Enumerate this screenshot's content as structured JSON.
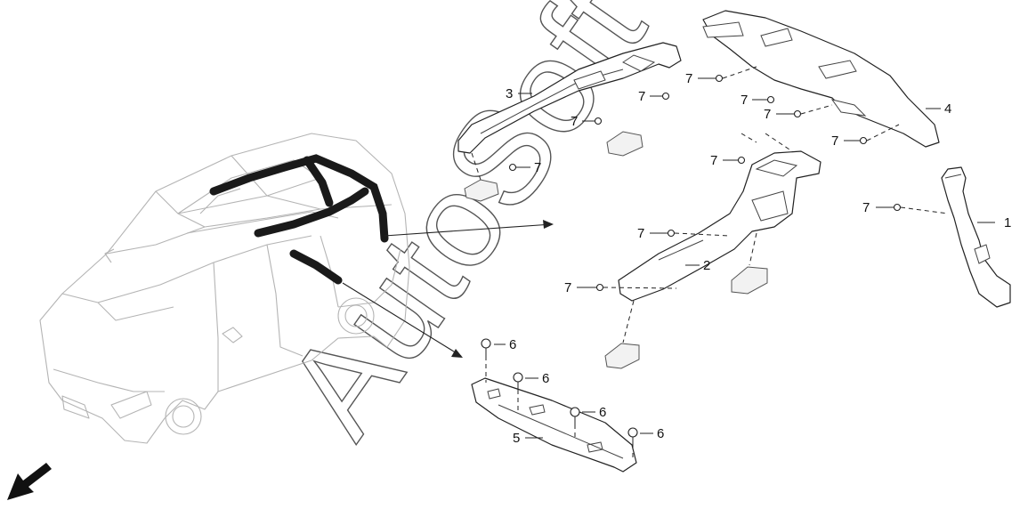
{
  "diagram": {
    "watermark": "AutoSoft",
    "callouts": [
      {
        "id": "c1",
        "label": "1"
      },
      {
        "id": "c2",
        "label": "2"
      },
      {
        "id": "c3",
        "label": "3"
      },
      {
        "id": "c4",
        "label": "4"
      },
      {
        "id": "c5",
        "label": "5"
      },
      {
        "id": "c6a",
        "label": "6"
      },
      {
        "id": "c6b",
        "label": "6"
      },
      {
        "id": "c6c",
        "label": "6"
      },
      {
        "id": "c6d",
        "label": "6"
      },
      {
        "id": "c7a",
        "label": "7"
      },
      {
        "id": "c7b",
        "label": "7"
      },
      {
        "id": "c7c",
        "label": "7"
      },
      {
        "id": "c7d",
        "label": "7"
      },
      {
        "id": "c7e",
        "label": "7"
      },
      {
        "id": "c7f",
        "label": "7"
      },
      {
        "id": "c7g",
        "label": "7"
      },
      {
        "id": "c7h",
        "label": "7"
      },
      {
        "id": "c7i",
        "label": "7"
      },
      {
        "id": "c7j",
        "label": "7"
      },
      {
        "id": "c7k",
        "label": "7"
      }
    ]
  }
}
